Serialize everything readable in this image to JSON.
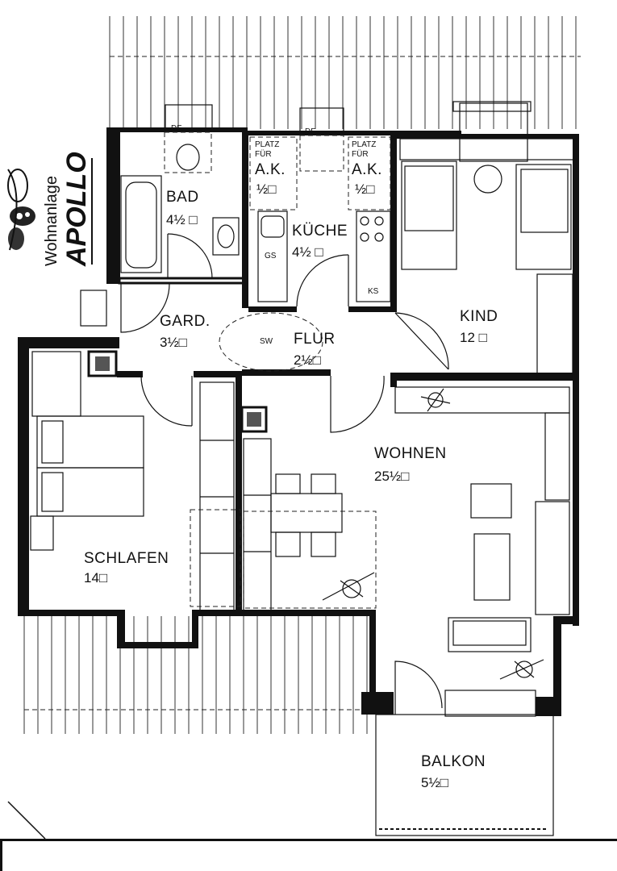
{
  "logo": {
    "line1": "Wohnanlage",
    "line2": "APOLLO"
  },
  "rooms": {
    "bad": {
      "name": "BAD",
      "area": "4½"
    },
    "kueche": {
      "name": "KÜCHE",
      "area": "4½"
    },
    "ak_left": {
      "name_line1": "PLATZ",
      "name_line2": "FÜR",
      "name_line3": "A.K.",
      "area": "½"
    },
    "ak_right": {
      "name_line1": "PLATZ",
      "name_line2": "FÜR",
      "name_line3": "A.K.",
      "area": "½"
    },
    "kind": {
      "name": "KIND",
      "area": "12"
    },
    "gard": {
      "name": "GARD.",
      "area": "3½"
    },
    "flur": {
      "name": "FLUR",
      "area": "2½"
    },
    "wohnen": {
      "name": "WOHNEN",
      "area": "25½"
    },
    "schlafen": {
      "name": "SCHLAFEN",
      "area": "14"
    },
    "balkon": {
      "name": "BALKON",
      "area": "5½"
    }
  },
  "fixtures": {
    "df_left": "DF",
    "df_right": "DF",
    "gs": "GS",
    "ks": "KS",
    "sw": "SW"
  },
  "area_unit_symbol": "□"
}
